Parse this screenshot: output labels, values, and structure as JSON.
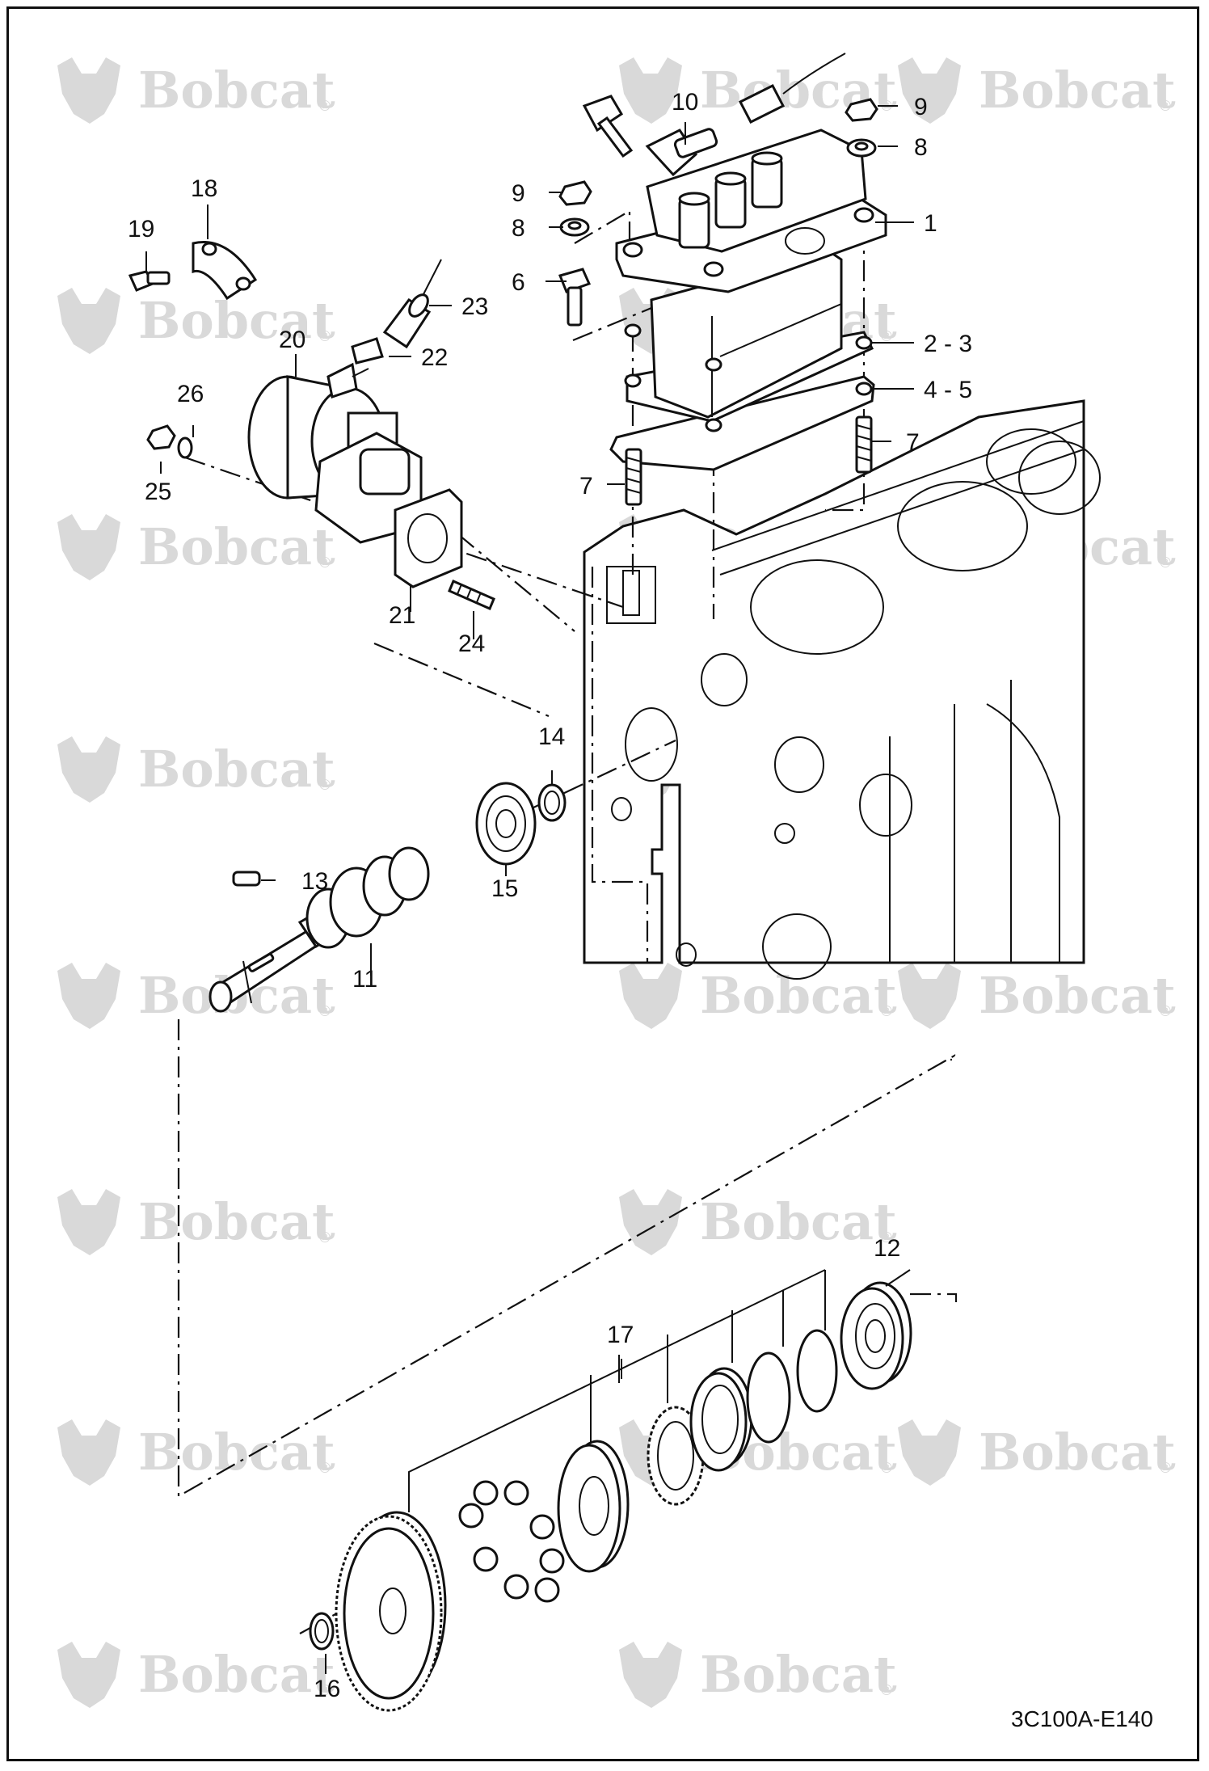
{
  "watermark": {
    "brand": "Bobcat",
    "mark": "®",
    "color": "#d9d9d9"
  },
  "drawing_code": "3C100A-E140",
  "callouts": [
    {
      "id": "c1",
      "label": "1"
    },
    {
      "id": "c23",
      "label": "2 - 3"
    },
    {
      "id": "c45",
      "label": "4 - 5"
    },
    {
      "id": "c6",
      "label": "6"
    },
    {
      "id": "c7a",
      "label": "7"
    },
    {
      "id": "c7b",
      "label": "7"
    },
    {
      "id": "c8a",
      "label": "8"
    },
    {
      "id": "c8b",
      "label": "8"
    },
    {
      "id": "c9a",
      "label": "9"
    },
    {
      "id": "c9b",
      "label": "9"
    },
    {
      "id": "c10",
      "label": "10"
    },
    {
      "id": "c11",
      "label": "11"
    },
    {
      "id": "c12",
      "label": "12"
    },
    {
      "id": "c13",
      "label": "13"
    },
    {
      "id": "c14",
      "label": "14"
    },
    {
      "id": "c15",
      "label": "15"
    },
    {
      "id": "c16",
      "label": "16"
    },
    {
      "id": "c17",
      "label": "17"
    },
    {
      "id": "c18",
      "label": "18"
    },
    {
      "id": "c19",
      "label": "19"
    },
    {
      "id": "c20",
      "label": "20"
    },
    {
      "id": "c21",
      "label": "21"
    },
    {
      "id": "c22",
      "label": "22"
    },
    {
      "id": "c23b",
      "label": "23"
    },
    {
      "id": "c24",
      "label": "24"
    },
    {
      "id": "c25",
      "label": "25"
    },
    {
      "id": "c26",
      "label": "26"
    }
  ]
}
